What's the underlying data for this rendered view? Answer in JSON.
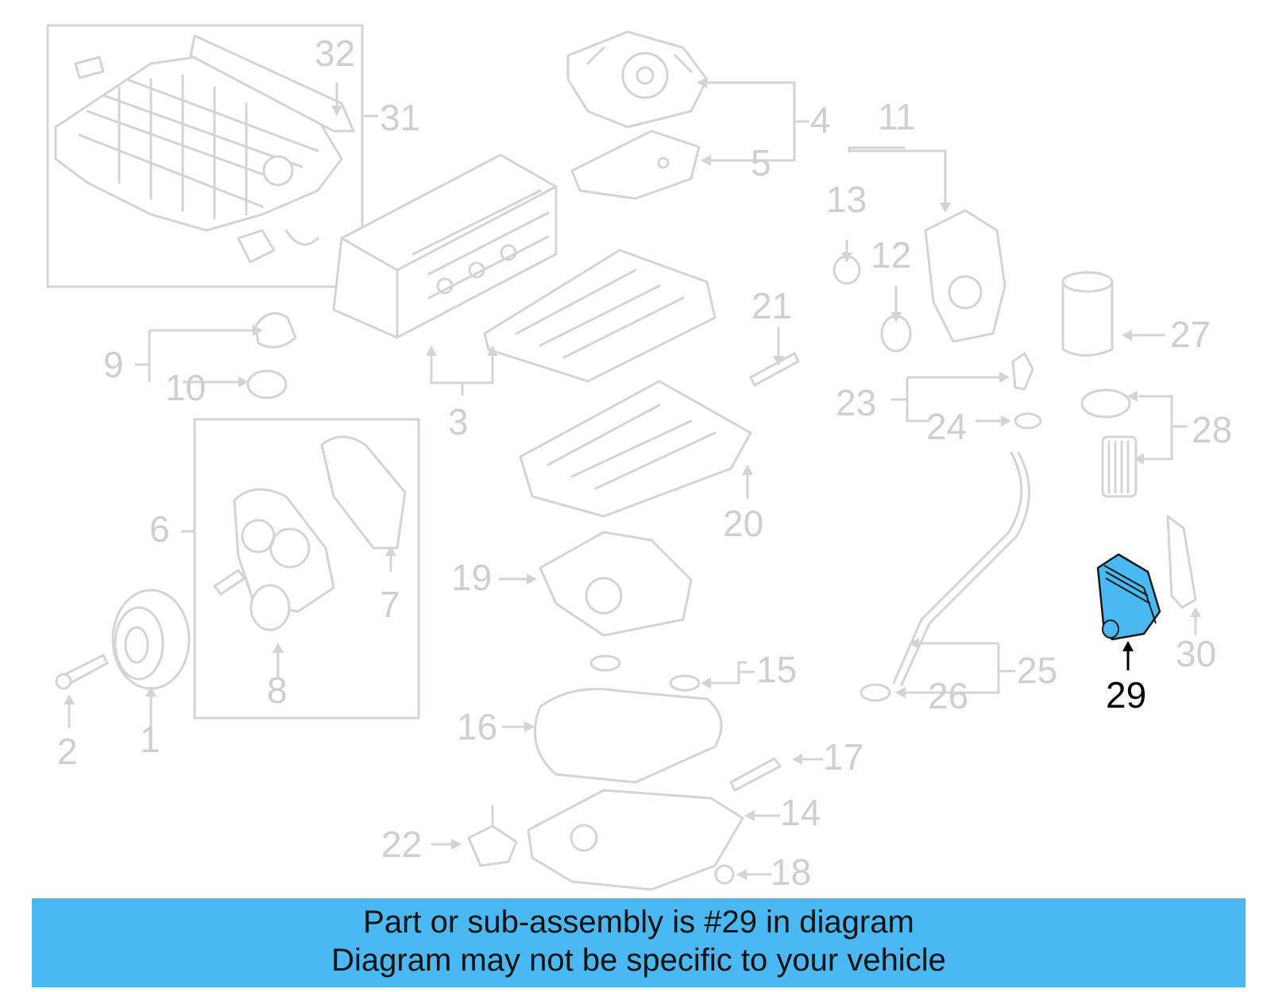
{
  "colors": {
    "part_gray": "#d4d4d4",
    "highlight": "#4ab8f2",
    "banner_bg": "#4ab8f2",
    "selected_label": "#000000"
  },
  "callouts": {
    "c1": "1",
    "c2": "2",
    "c3": "3",
    "c4": "4",
    "c5": "5",
    "c6": "6",
    "c7": "7",
    "c8": "8",
    "c9": "9",
    "c10": "10",
    "c11": "11",
    "c12": "12",
    "c13": "13",
    "c14": "14",
    "c15": "15",
    "c16": "16",
    "c17": "17",
    "c18": "18",
    "c19": "19",
    "c20": "20",
    "c21": "21",
    "c22": "22",
    "c23": "23",
    "c24": "24",
    "c25": "25",
    "c26": "26",
    "c27": "27",
    "c28": "28",
    "c29": "29",
    "c30": "30",
    "c31": "31",
    "c32": "32"
  },
  "highlighted_part": "29",
  "banner": {
    "line1": "Part or sub-assembly is #29 in diagram",
    "line2": "Diagram may not be specific to your vehicle"
  }
}
